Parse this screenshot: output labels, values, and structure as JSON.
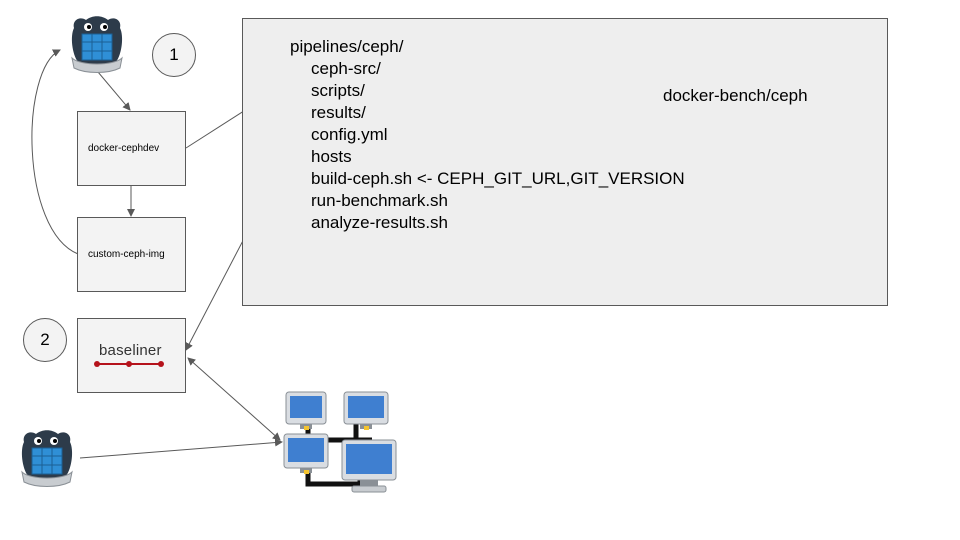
{
  "nodes": {
    "cephdev": "docker-cephdev",
    "custom": "custom-ceph-img",
    "baseliner": "baseliner"
  },
  "steps": [
    "1",
    "2"
  ],
  "tree": {
    "root": "pipelines/ceph/",
    "items": [
      "ceph-src/",
      "scripts/",
      "results/",
      "config.yml",
      "hosts",
      "build-ceph.sh <- CEPH_GIT_URL,GIT_VERSION",
      "run-benchmark.sh",
      "analyze-results.sh"
    ]
  },
  "scripts_source": "docker-bench/ceph",
  "icons": {
    "docker": "docker-whale-icon",
    "cluster": "computer-cluster-icon",
    "baseliner_logo": "baseliner-logo-icon"
  },
  "colors": {
    "box_fill": "#f3f3f3",
    "tree_fill": "#eeeeee",
    "border": "#595959",
    "baseliner_red": "#b5121b",
    "whale_body": "#2d3b4a",
    "container_blue": "#2f8fd6"
  }
}
